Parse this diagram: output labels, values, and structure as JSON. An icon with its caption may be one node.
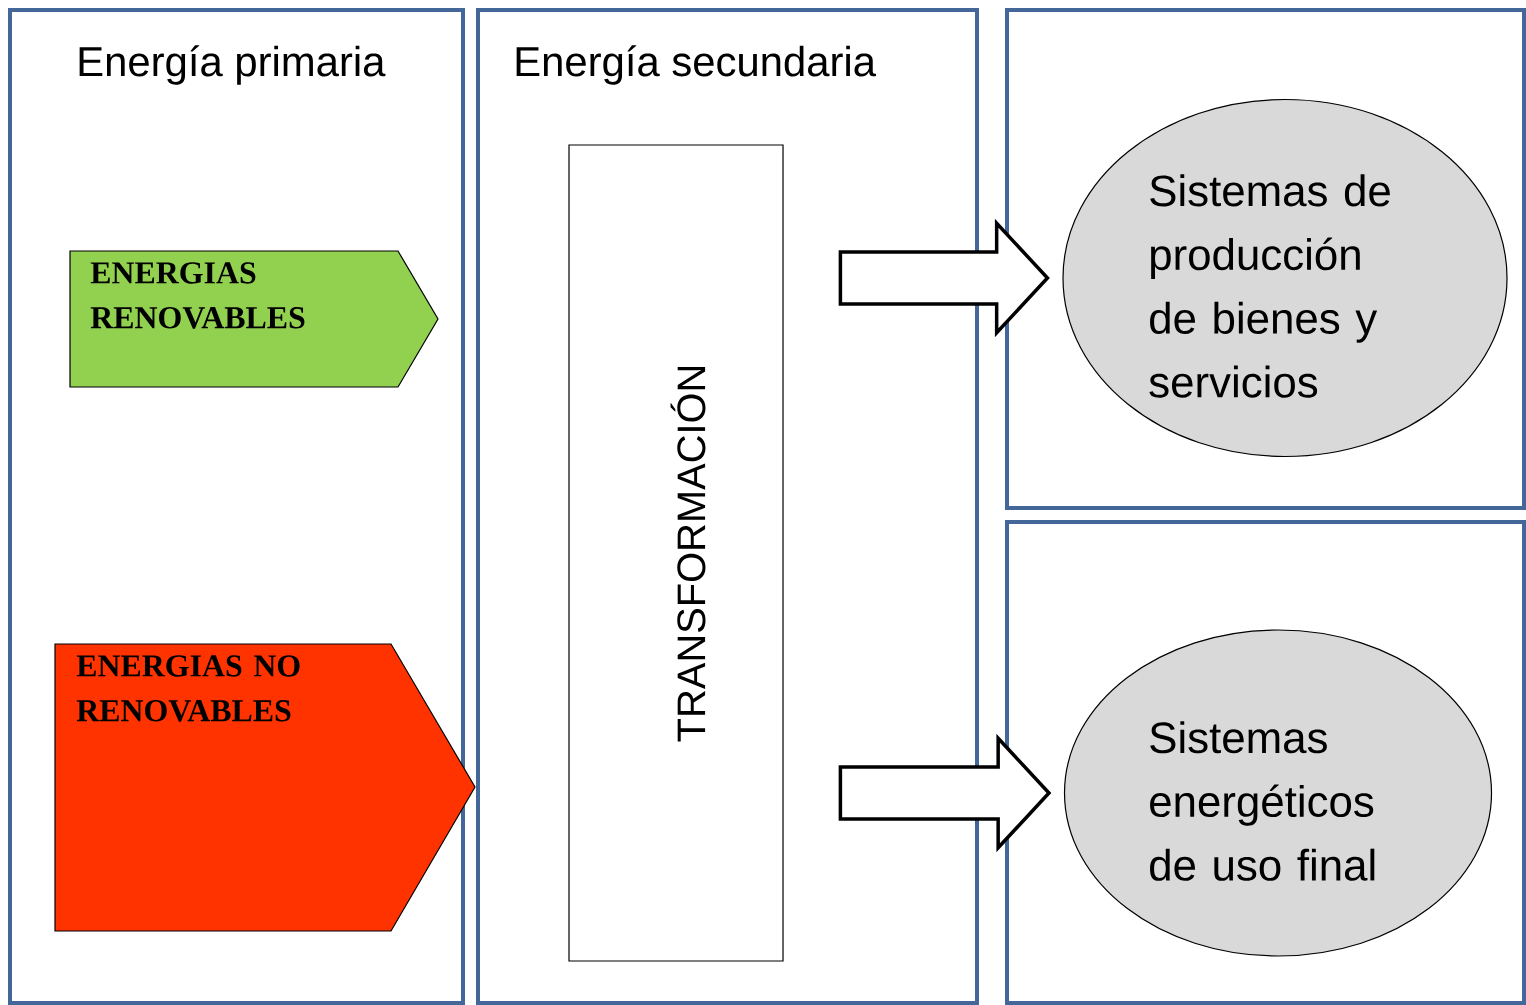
{
  "diagram": {
    "nodes": [
      {
        "text": [
          "Energía primaria"
        ]
      },
      {
        "text": [
          "ENERGIAS RENOVABLES"
        ],
        "in": 0
      },
      {
        "text": [
          "ENERGIAS NO RENOVABLES"
        ],
        "in": 0
      },
      {
        "text": [
          "Energía secundaria"
        ]
      },
      {
        "text": [
          "TRANSFORMACIÓN"
        ],
        "in": 3
      },
      {
        "text": [],
        "shape": "box"
      },
      {
        "text": [
          "Sistemas de producción de bienes y servicios"
        ],
        "in": 5
      },
      {
        "text": [],
        "shape": "box"
      },
      {
        "text": [
          "Sistemas energéticos de uso final"
        ],
        "in": 7
      }
    ],
    "edges": [
      {
        "from": 4,
        "to": 6,
        "arrow": "to"
      },
      {
        "from": 4,
        "to": 8,
        "arrow": "to"
      }
    ]
  }
}
